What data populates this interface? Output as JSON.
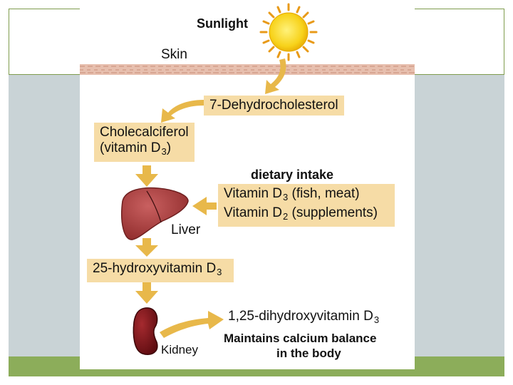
{
  "diagram": {
    "sunlight": "Sunlight",
    "skin": "Skin",
    "dehydro": "7-Dehydrocholesterol",
    "chole_line1": "Cholecalciferol",
    "chole_line2_prefix": "(vitamin D",
    "chole_line2_sub": "3",
    "chole_line2_suffix": ")",
    "dietary_heading": "dietary intake",
    "diet_line1_prefix": "Vitamin D",
    "diet_line1_sub": "3",
    "diet_line1_suffix": " (fish, meat)",
    "diet_line2_prefix": "Vitamin D",
    "diet_line2_sub": "2",
    "diet_line2_suffix": " (supplements)",
    "liver": "Liver",
    "hydroxy_prefix": "25-hydroxyvitamin D",
    "hydroxy_sub": "3",
    "dihydroxy_prefix": "1,25-dihydroxyvitamin D",
    "dihydroxy_sub": "3",
    "maintains_line1": "Maintains calcium balance",
    "maintains_line2": "in the body",
    "kidney": "Kidney"
  },
  "colors": {
    "arrow": "#e8b84a",
    "box": "#f6dca6",
    "sun": "#f7d21a",
    "liver": "#a33a3a",
    "kidney": "#7a1418",
    "band": "#c9d3d6",
    "accent_green": "#8cad5a"
  }
}
